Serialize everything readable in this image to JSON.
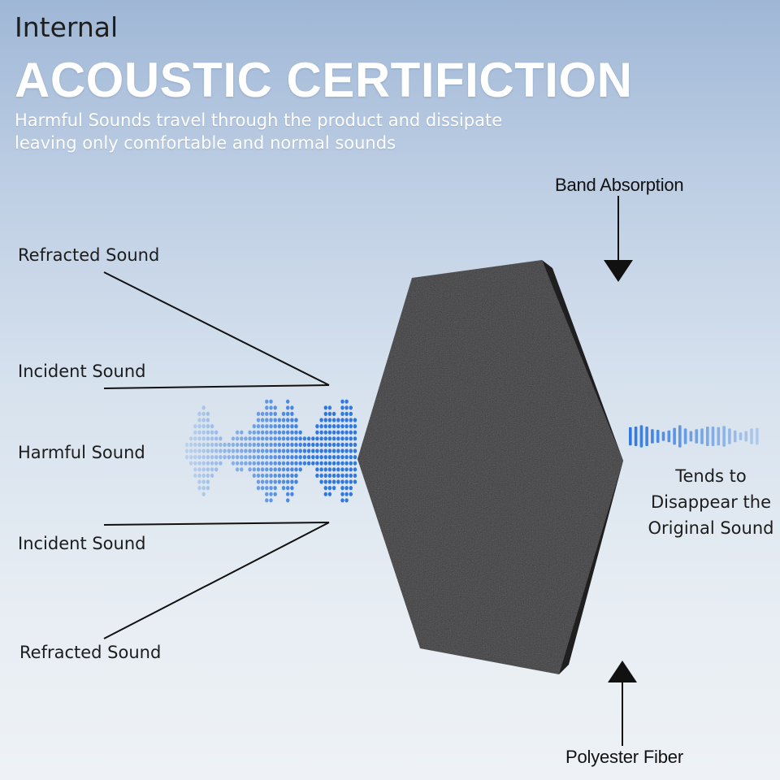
{
  "header": {
    "eyebrow": "Internal",
    "title": "ACOUSTIC CERTIFICTION",
    "subtitle_line1": "Harmful Sounds travel through the product and dissipate",
    "subtitle_line2": "leaving only comfortable and normal sounds"
  },
  "labels": {
    "refracted_top": "Refracted Sound",
    "incident_top": "Incident Sound",
    "harmful": "Harmful Sound",
    "incident_bottom": "Incident Sound",
    "refracted_bottom": "Refracted Sound",
    "band_absorption": "Band Absorption",
    "polyester_fiber": "Polyester Fiber",
    "outcome": "Tends to Disappear the Original Sound"
  },
  "colors": {
    "panel_face": "#3b3b3d",
    "panel_edge": "#1f1f20",
    "wave_blue": "#2f78e0",
    "arrow": "#111111"
  },
  "icons": {
    "panel": "hexagon-acoustic-panel",
    "incoming_wave": "sound-wave-icon",
    "outgoing_wave": "sound-wave-icon",
    "arrows": "arrow-down-icon"
  },
  "waves": {
    "incoming_amplitudes": [
      0.18,
      0.3,
      0.46,
      0.66,
      0.8,
      0.7,
      0.52,
      0.34,
      0.22,
      0.14,
      0.2,
      0.3,
      0.42,
      0.36,
      0.28,
      0.34,
      0.44,
      0.66,
      0.72,
      0.9,
      0.88,
      0.8,
      0.58,
      0.72,
      0.96,
      0.78,
      0.56,
      0.4,
      0.28,
      0.22,
      0.3,
      0.44,
      0.6,
      0.76,
      0.86,
      0.72,
      0.6,
      0.9,
      0.94,
      0.86,
      0.56
    ],
    "outgoing_amplitudes": [
      0.28,
      0.3,
      0.34,
      0.3,
      0.22,
      0.2,
      0.14,
      0.18,
      0.26,
      0.34,
      0.24,
      0.16,
      0.22,
      0.24,
      0.3,
      0.3,
      0.28,
      0.32,
      0.24,
      0.18,
      0.12,
      0.16,
      0.24,
      0.26
    ]
  }
}
